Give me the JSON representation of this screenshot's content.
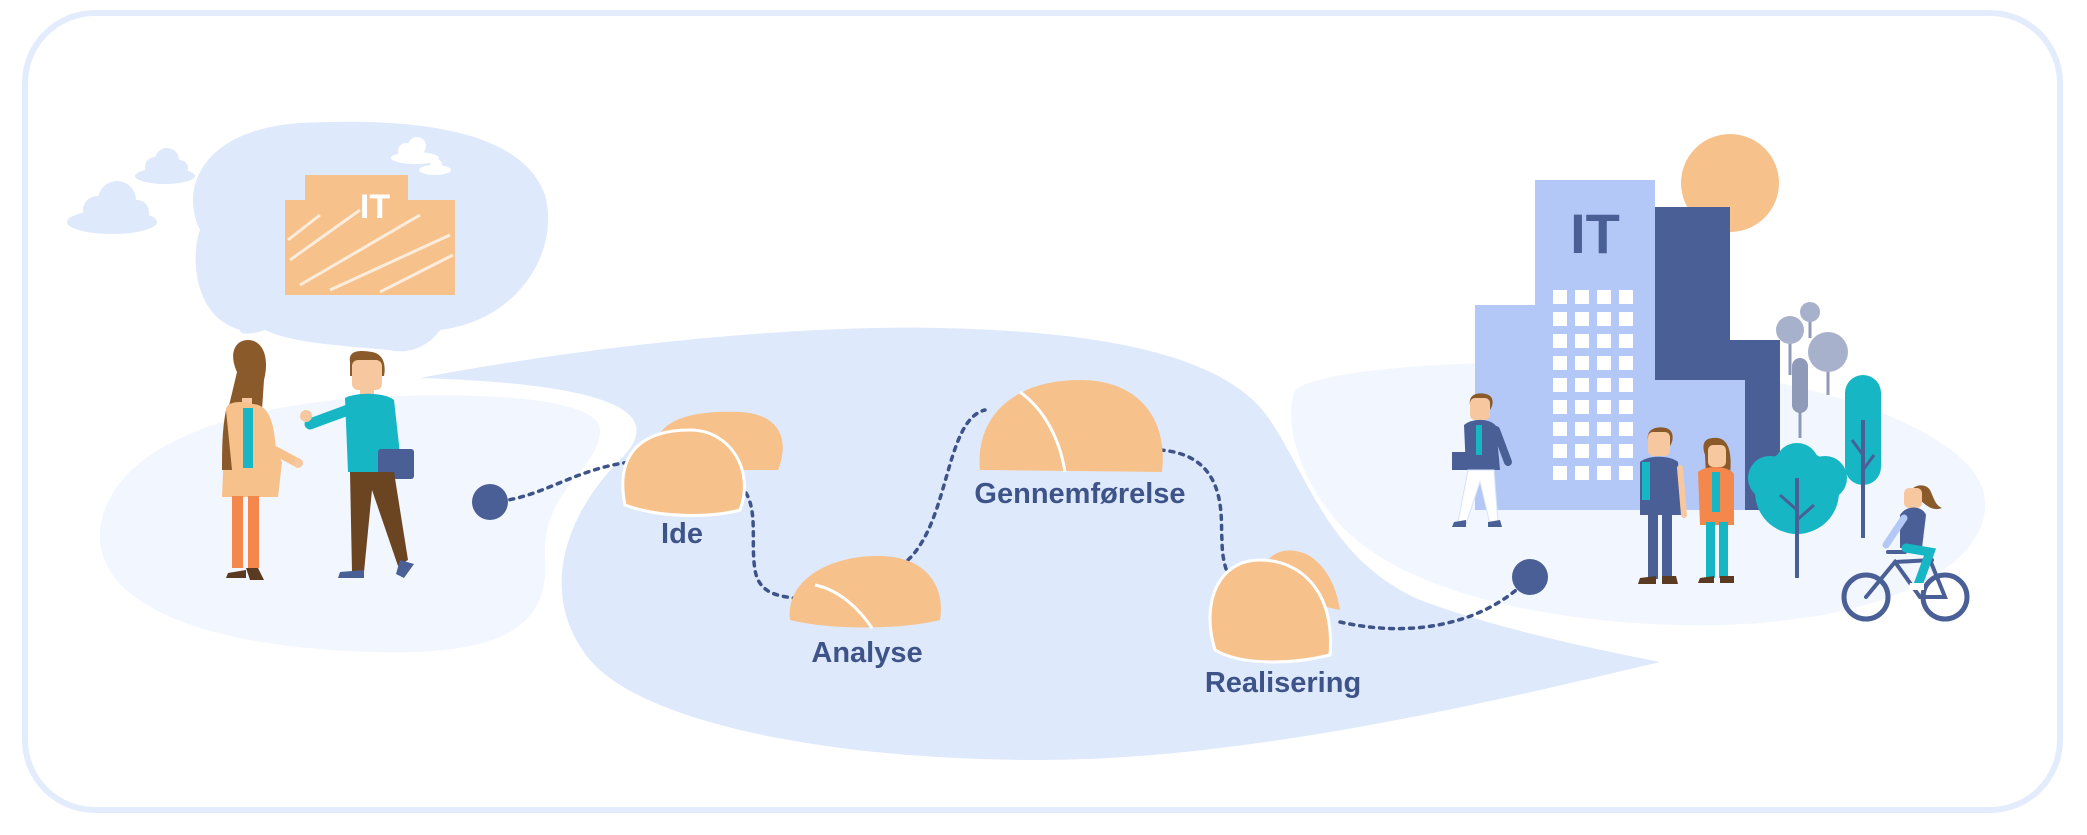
{
  "diagram": {
    "stages": [
      {
        "label": "Ide"
      },
      {
        "label": "Analyse"
      },
      {
        "label": "Gennemførelse"
      },
      {
        "label": "Realisering"
      }
    ],
    "thought_bubble_text": "IT",
    "building_sign": "IT"
  },
  "colors": {
    "frame": "#e3ecfd",
    "pale_blue": "#dfe9fc",
    "very_pale_blue": "#f2f6fe",
    "stone": "#f6c18b",
    "navy": "#4a5f95",
    "building_light": "#b3c8f7",
    "teal": "#17b6c4",
    "label": "#3e5489"
  }
}
